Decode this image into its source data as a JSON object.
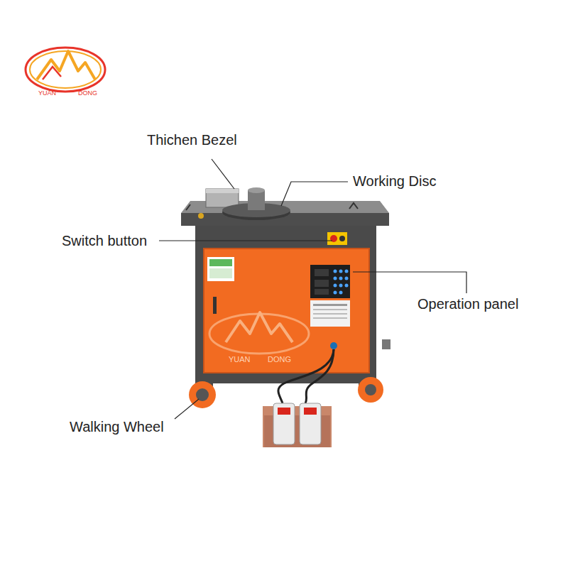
{
  "diagram": {
    "labels": [
      "YUAN",
      "DONG",
      "Thichen Bezel",
      "Working Disc",
      "Switch button",
      "Operation panel",
      "Walking Wheel",
      "YUAN",
      "DONG"
    ]
  }
}
